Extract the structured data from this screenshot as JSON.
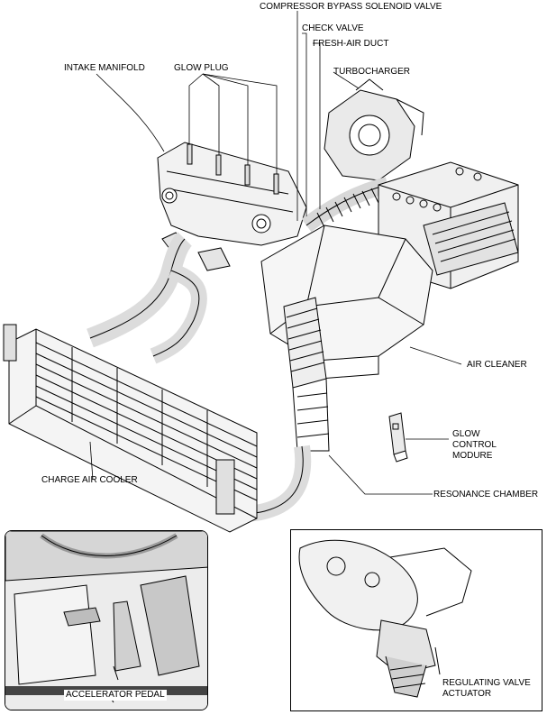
{
  "labels": {
    "compressor_bypass": "COMPRESSOR BYPASS SOLENOID VALVE",
    "check_valve": "CHECK VALVE",
    "fresh_air_duct": "FRESH-AIR DUCT",
    "intake_manifold": "INTAKE MANIFOLD",
    "glow_plug": "GLOW PLUG",
    "turbocharger": "TURBOCHARGER",
    "air_cleaner": "AIR CLEANER",
    "glow_control_1": "GLOW",
    "glow_control_2": "CONTROL",
    "glow_control_3": "MODURE",
    "charge_air_cooler": "CHARGE AIR COOLER",
    "resonance_chamber": "RESONANCE CHAMBER",
    "accelerator_pedal": "ACCELERATOR PEDAL",
    "regulating_valve_1": "REGULATING VALVE",
    "regulating_valve_2": "ACTUATOR"
  }
}
